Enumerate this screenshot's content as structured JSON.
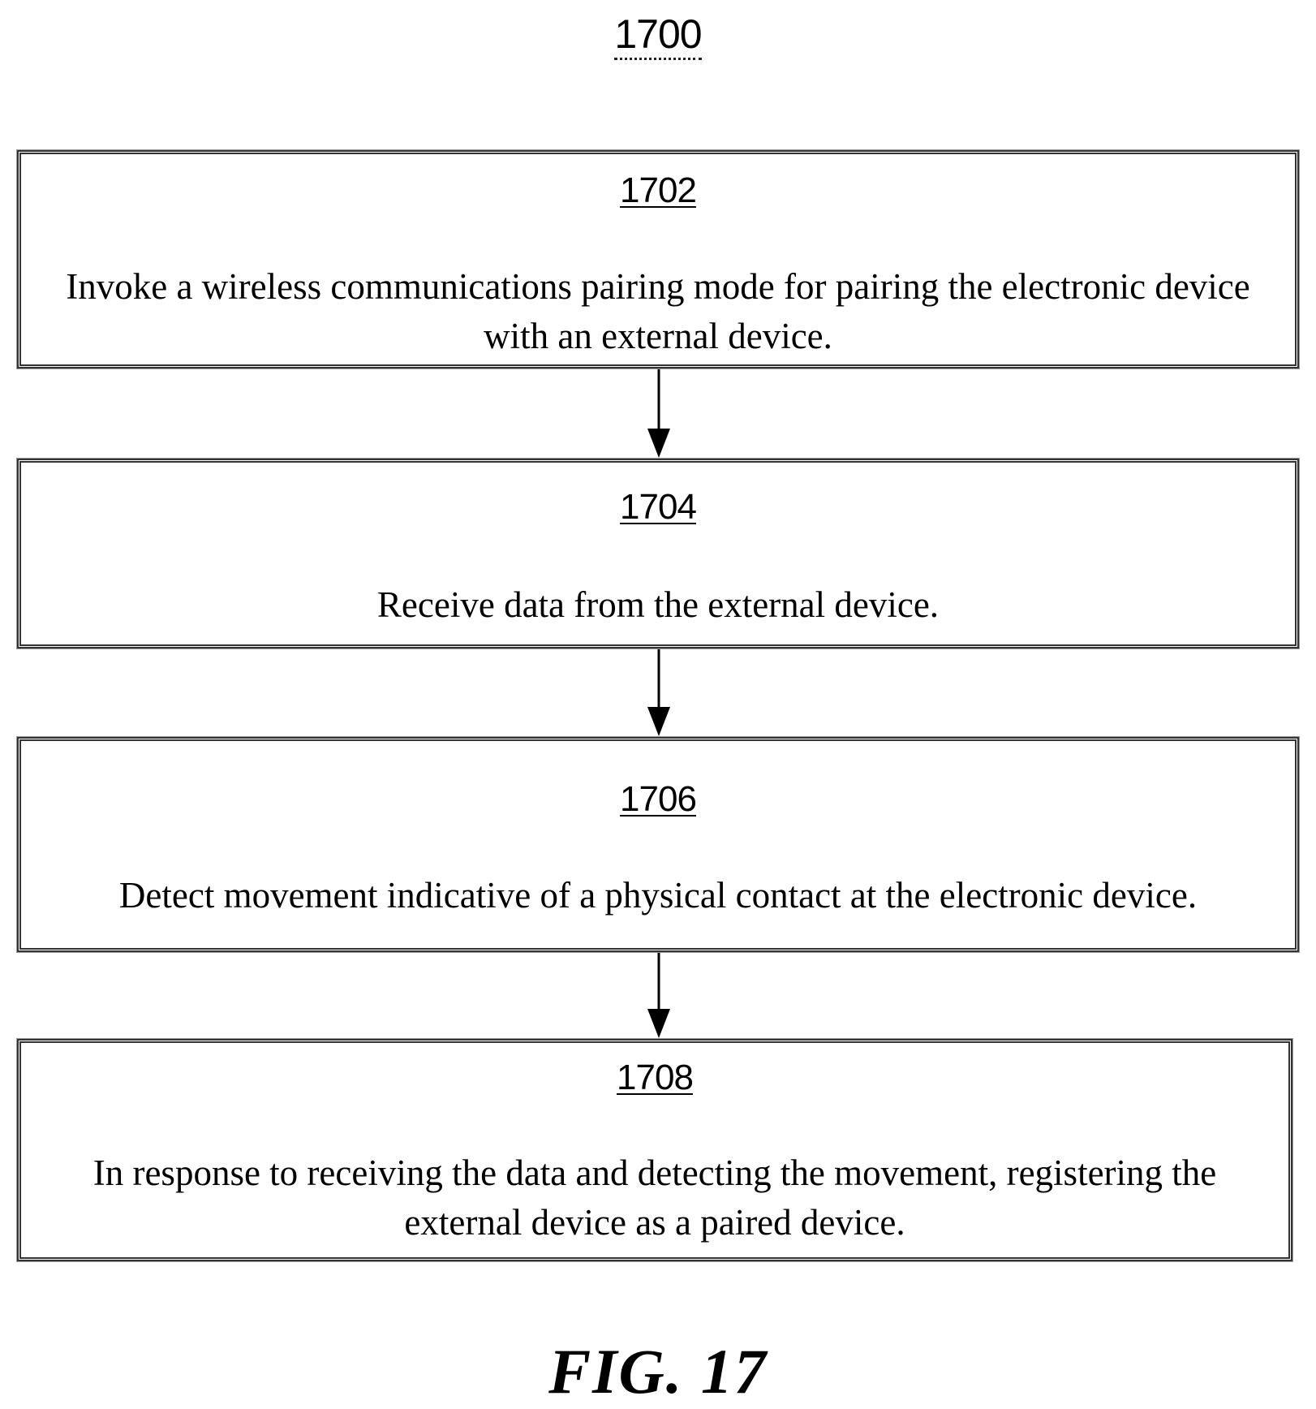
{
  "figure": {
    "reference": "1700",
    "caption": "FIG. 17"
  },
  "steps": [
    {
      "number": "1702",
      "text": "Invoke a wireless communications pairing mode for pairing the electronic device with an external device."
    },
    {
      "number": "1704",
      "text": "Receive data from the external device."
    },
    {
      "number": "1706",
      "text": "Detect movement indicative of a physical contact at the electronic device."
    },
    {
      "number": "1708",
      "text": "In response to receiving the data and detecting the movement, registering the external device as a paired device."
    }
  ]
}
